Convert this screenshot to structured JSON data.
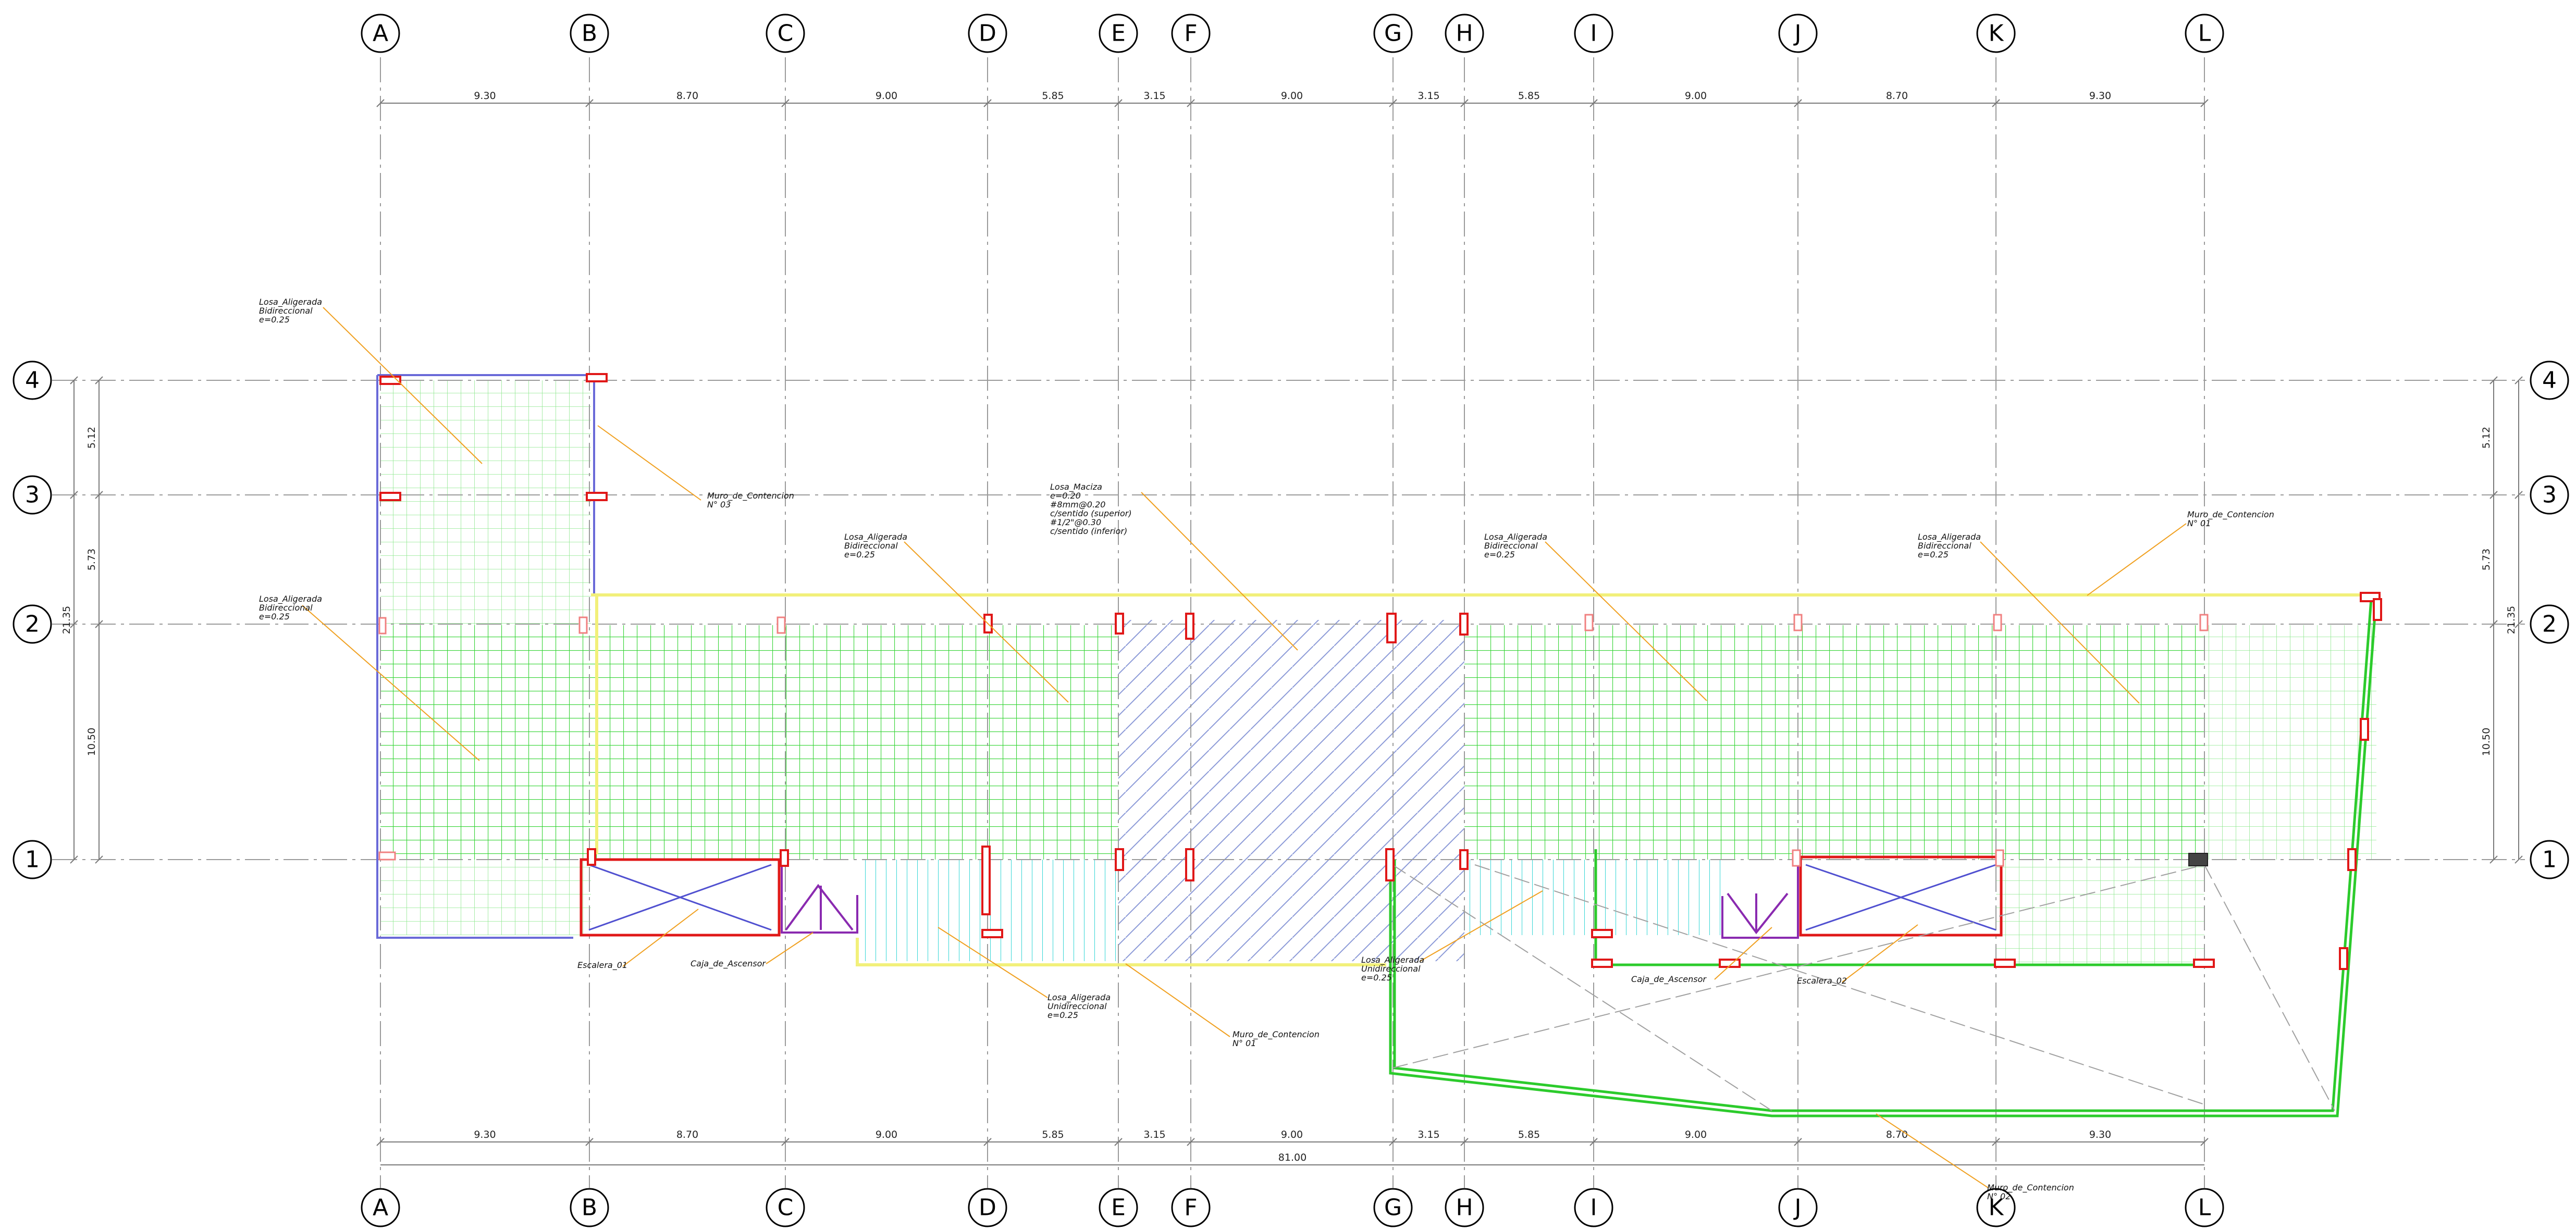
{
  "axes": {
    "columns": [
      "A",
      "B",
      "C",
      "D",
      "E",
      "F",
      "G",
      "H",
      "I",
      "J",
      "K",
      "L"
    ],
    "rows": [
      "4",
      "3",
      "2",
      "1"
    ]
  },
  "dimensions": {
    "spans": [
      "9.30",
      "8.70",
      "9.00",
      "5.85",
      "3.15",
      "9.00",
      "3.15",
      "5.85",
      "9.00",
      "8.70",
      "9.30"
    ],
    "total": "81.00",
    "row_spans": [
      "5.12",
      "5.73",
      "10.50"
    ],
    "row_total": "21.35"
  },
  "notes": {
    "losa_aligerada_1": [
      "Losa_Aligerada",
      "Bidireccional",
      "e=0.25"
    ],
    "losa_aligerada_2": [
      "Losa_Aligerada",
      "Bidireccional",
      "e=0.25"
    ],
    "muro_contencion_03": [
      "Muro_de_Contencion",
      "N° 03"
    ],
    "losa_maciza": [
      "Losa_Maciza",
      "e=0.20",
      "#8mm@0.20",
      "c/sentido (superior)",
      "#1/2\"@0.30",
      "c/sentido (inferior)"
    ],
    "losa_aligerada_3": [
      "Losa_Aligerada",
      "Bidireccional",
      "e=0.25"
    ],
    "losa_aligerada_4": [
      "Losa_Aligerada",
      "Bidireccional",
      "e=0.25"
    ],
    "losa_aligerada_5": [
      "Losa_Aligerada",
      "Bidireccional",
      "e=0.25"
    ],
    "muro_contencion_01_top": [
      "Muro_de_Contencion",
      "N° 01"
    ],
    "escalera_01": [
      "Escalera_01"
    ],
    "caja_ascensor_1": [
      "Caja_de_Ascensor"
    ],
    "losa_unidireccional_1": [
      "Losa_Aligerada",
      "Unidireccional",
      "e=0.25"
    ],
    "muro_contencion_01_bottom": [
      "Muro_de_Contencion",
      "N° 01"
    ],
    "losa_unidireccional_2": [
      "Losa_Aligerada",
      "Unidireccional",
      "e=0.25"
    ],
    "caja_ascensor_2": [
      "Caja_de_Ascensor"
    ],
    "escalera_02": [
      "Escalera_02"
    ],
    "muro_contencion_bottom_right": [
      "Muro_de_Contencion",
      "N° 02"
    ]
  },
  "colors": {
    "hatch_green": "#35d435",
    "hatch_cyan": "#35d6d6",
    "hatch_blue": "#8c9ad8",
    "column_red": "#e01818",
    "leader_orange": "#f0a020"
  }
}
